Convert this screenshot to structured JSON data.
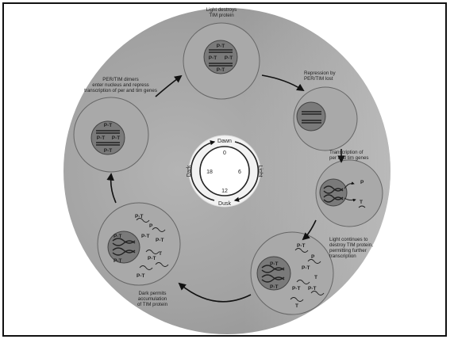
{
  "colors": {
    "background_disc": "#9a9a9a",
    "background_disc_light": "#d6d6d6",
    "cell": "#a6a6a6",
    "nucleus": "#7d7d7d",
    "frame": "#111111"
  },
  "captions": {
    "top": [
      "Light destroys",
      "TIM protein"
    ],
    "upper_right": [
      "Repression by",
      "PER/TIM lost"
    ],
    "right": [
      "Transcription of",
      "per and tim genes"
    ],
    "lower_right": [
      "Light continues to",
      "destroy TIM protein,",
      "permitting further",
      "transcription"
    ],
    "bottom_left": [
      "Dark permits",
      "accumulation",
      "of TIM protein"
    ],
    "upper_left": [
      "PER/TIM dimers",
      "enter nucleus and repress",
      "transcription of per and tim genes"
    ]
  },
  "clock": {
    "dawn": "Dawn",
    "dusk": "Dusk",
    "light": "Light",
    "dark": "Dark",
    "h0": "0",
    "h6": "6",
    "h12": "12",
    "h18": "18"
  },
  "protein_labels": {
    "pt": "P-T",
    "p": "P",
    "t": "T"
  },
  "icons": [
    "cycle-arrow-icon",
    "dna-strand-icon",
    "protein-squiggle-icon"
  ]
}
